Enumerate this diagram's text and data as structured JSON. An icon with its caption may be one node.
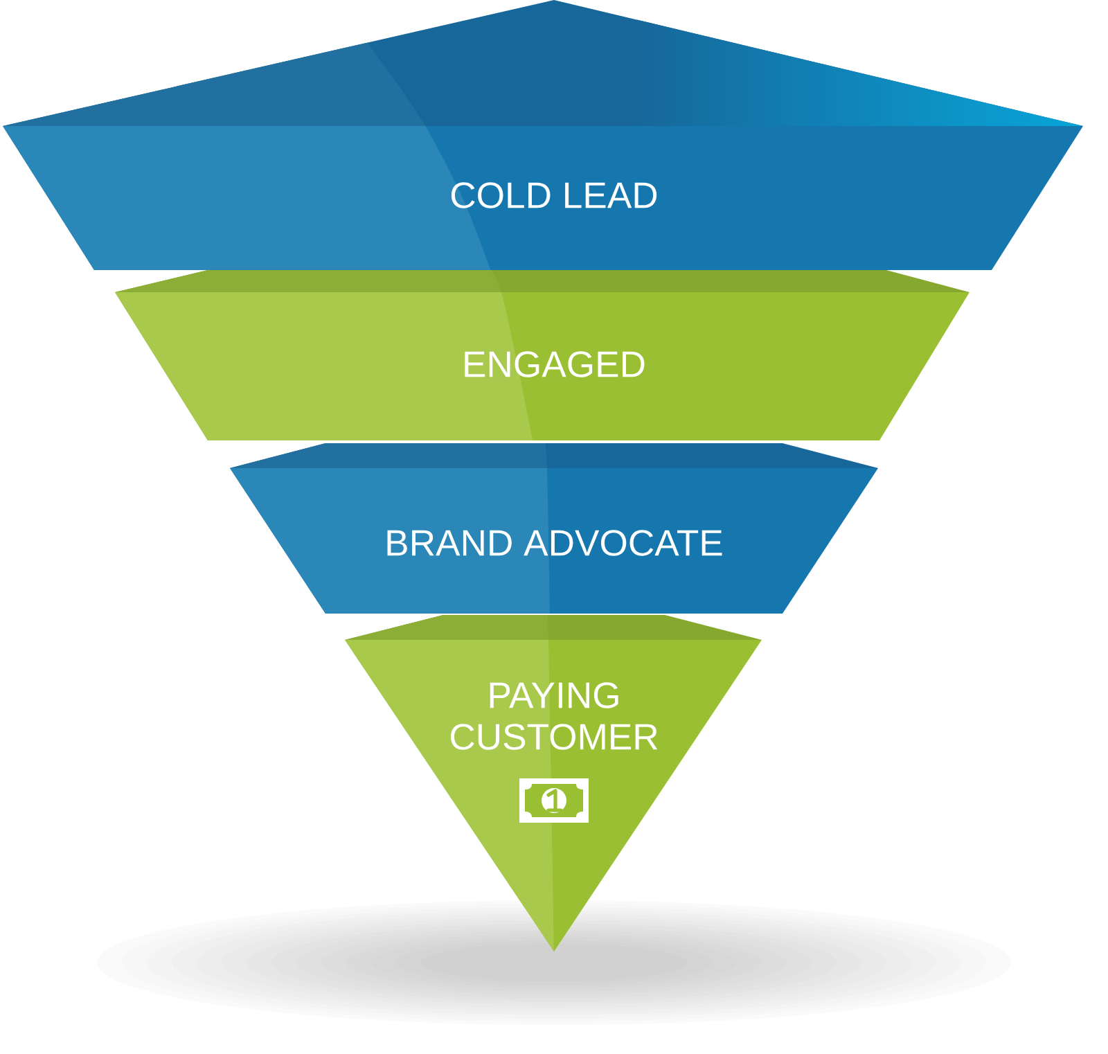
{
  "diagram": {
    "nodes": [
      {
        "text": [
          "COLD LEAD"
        ]
      },
      {
        "text": [
          "ENGAGED"
        ]
      },
      {
        "text": [
          "BRAND ADVOCATE"
        ]
      },
      {
        "text": [
          "PAYING CUSTOMER"
        ]
      }
    ]
  }
}
